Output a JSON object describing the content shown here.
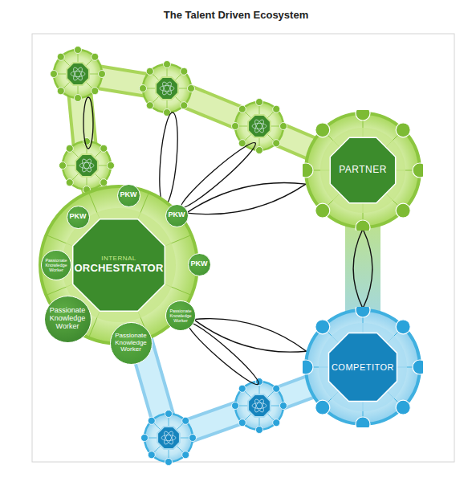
{
  "diagram": {
    "title": "The Talent Driven Ecosystem",
    "nodes": [
      {
        "text": [
          "INTERNAL",
          "ORCHESTRATOR"
        ]
      },
      {
        "text": [
          "PKW"
        ],
        "in": 0
      },
      {
        "text": [
          "PKW"
        ],
        "in": 0
      },
      {
        "text": [
          "PKW"
        ],
        "in": 0
      },
      {
        "text": [
          "PKW"
        ],
        "in": 0
      },
      {
        "text": [
          "Passionate Knowledge Worker"
        ],
        "in": 0
      },
      {
        "text": [
          "Passionate Knowledge Worker"
        ],
        "in": 0
      },
      {
        "text": [
          "Passionate Knowledge Worker"
        ],
        "in": 0
      },
      {
        "text": [
          "Passionate Knowledge Worker"
        ],
        "in": 0
      },
      {
        "text": [
          "PARTNER"
        ]
      },
      {
        "text": [
          "COMPETITOR"
        ]
      }
    ],
    "edges": [
      {
        "from": 3,
        "to": 9,
        "arrow": "none"
      },
      {
        "from": 8,
        "to": 10,
        "arrow": "none"
      },
      {
        "from": 9,
        "to": 10,
        "arrow": "none"
      }
    ]
  }
}
